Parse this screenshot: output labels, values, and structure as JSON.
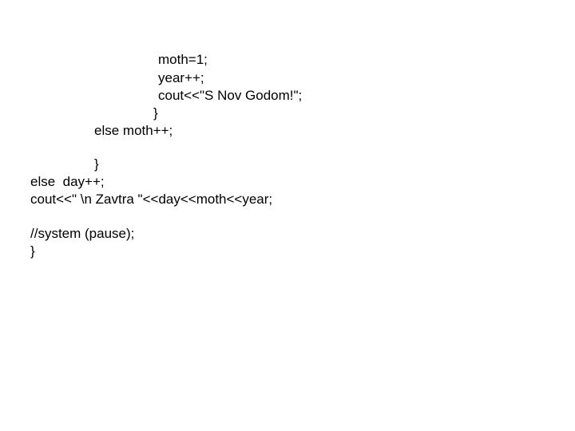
{
  "code": {
    "lines": [
      "moth=1;",
      "year++;",
      "cout<<\"S Nov Godom!\";",
      "}",
      "else moth++;",
      "}",
      "else  day++;",
      "cout<<\" \\n Zavtra \"<<day<<moth<<year;",
      "//system (pause);",
      "}"
    ]
  }
}
